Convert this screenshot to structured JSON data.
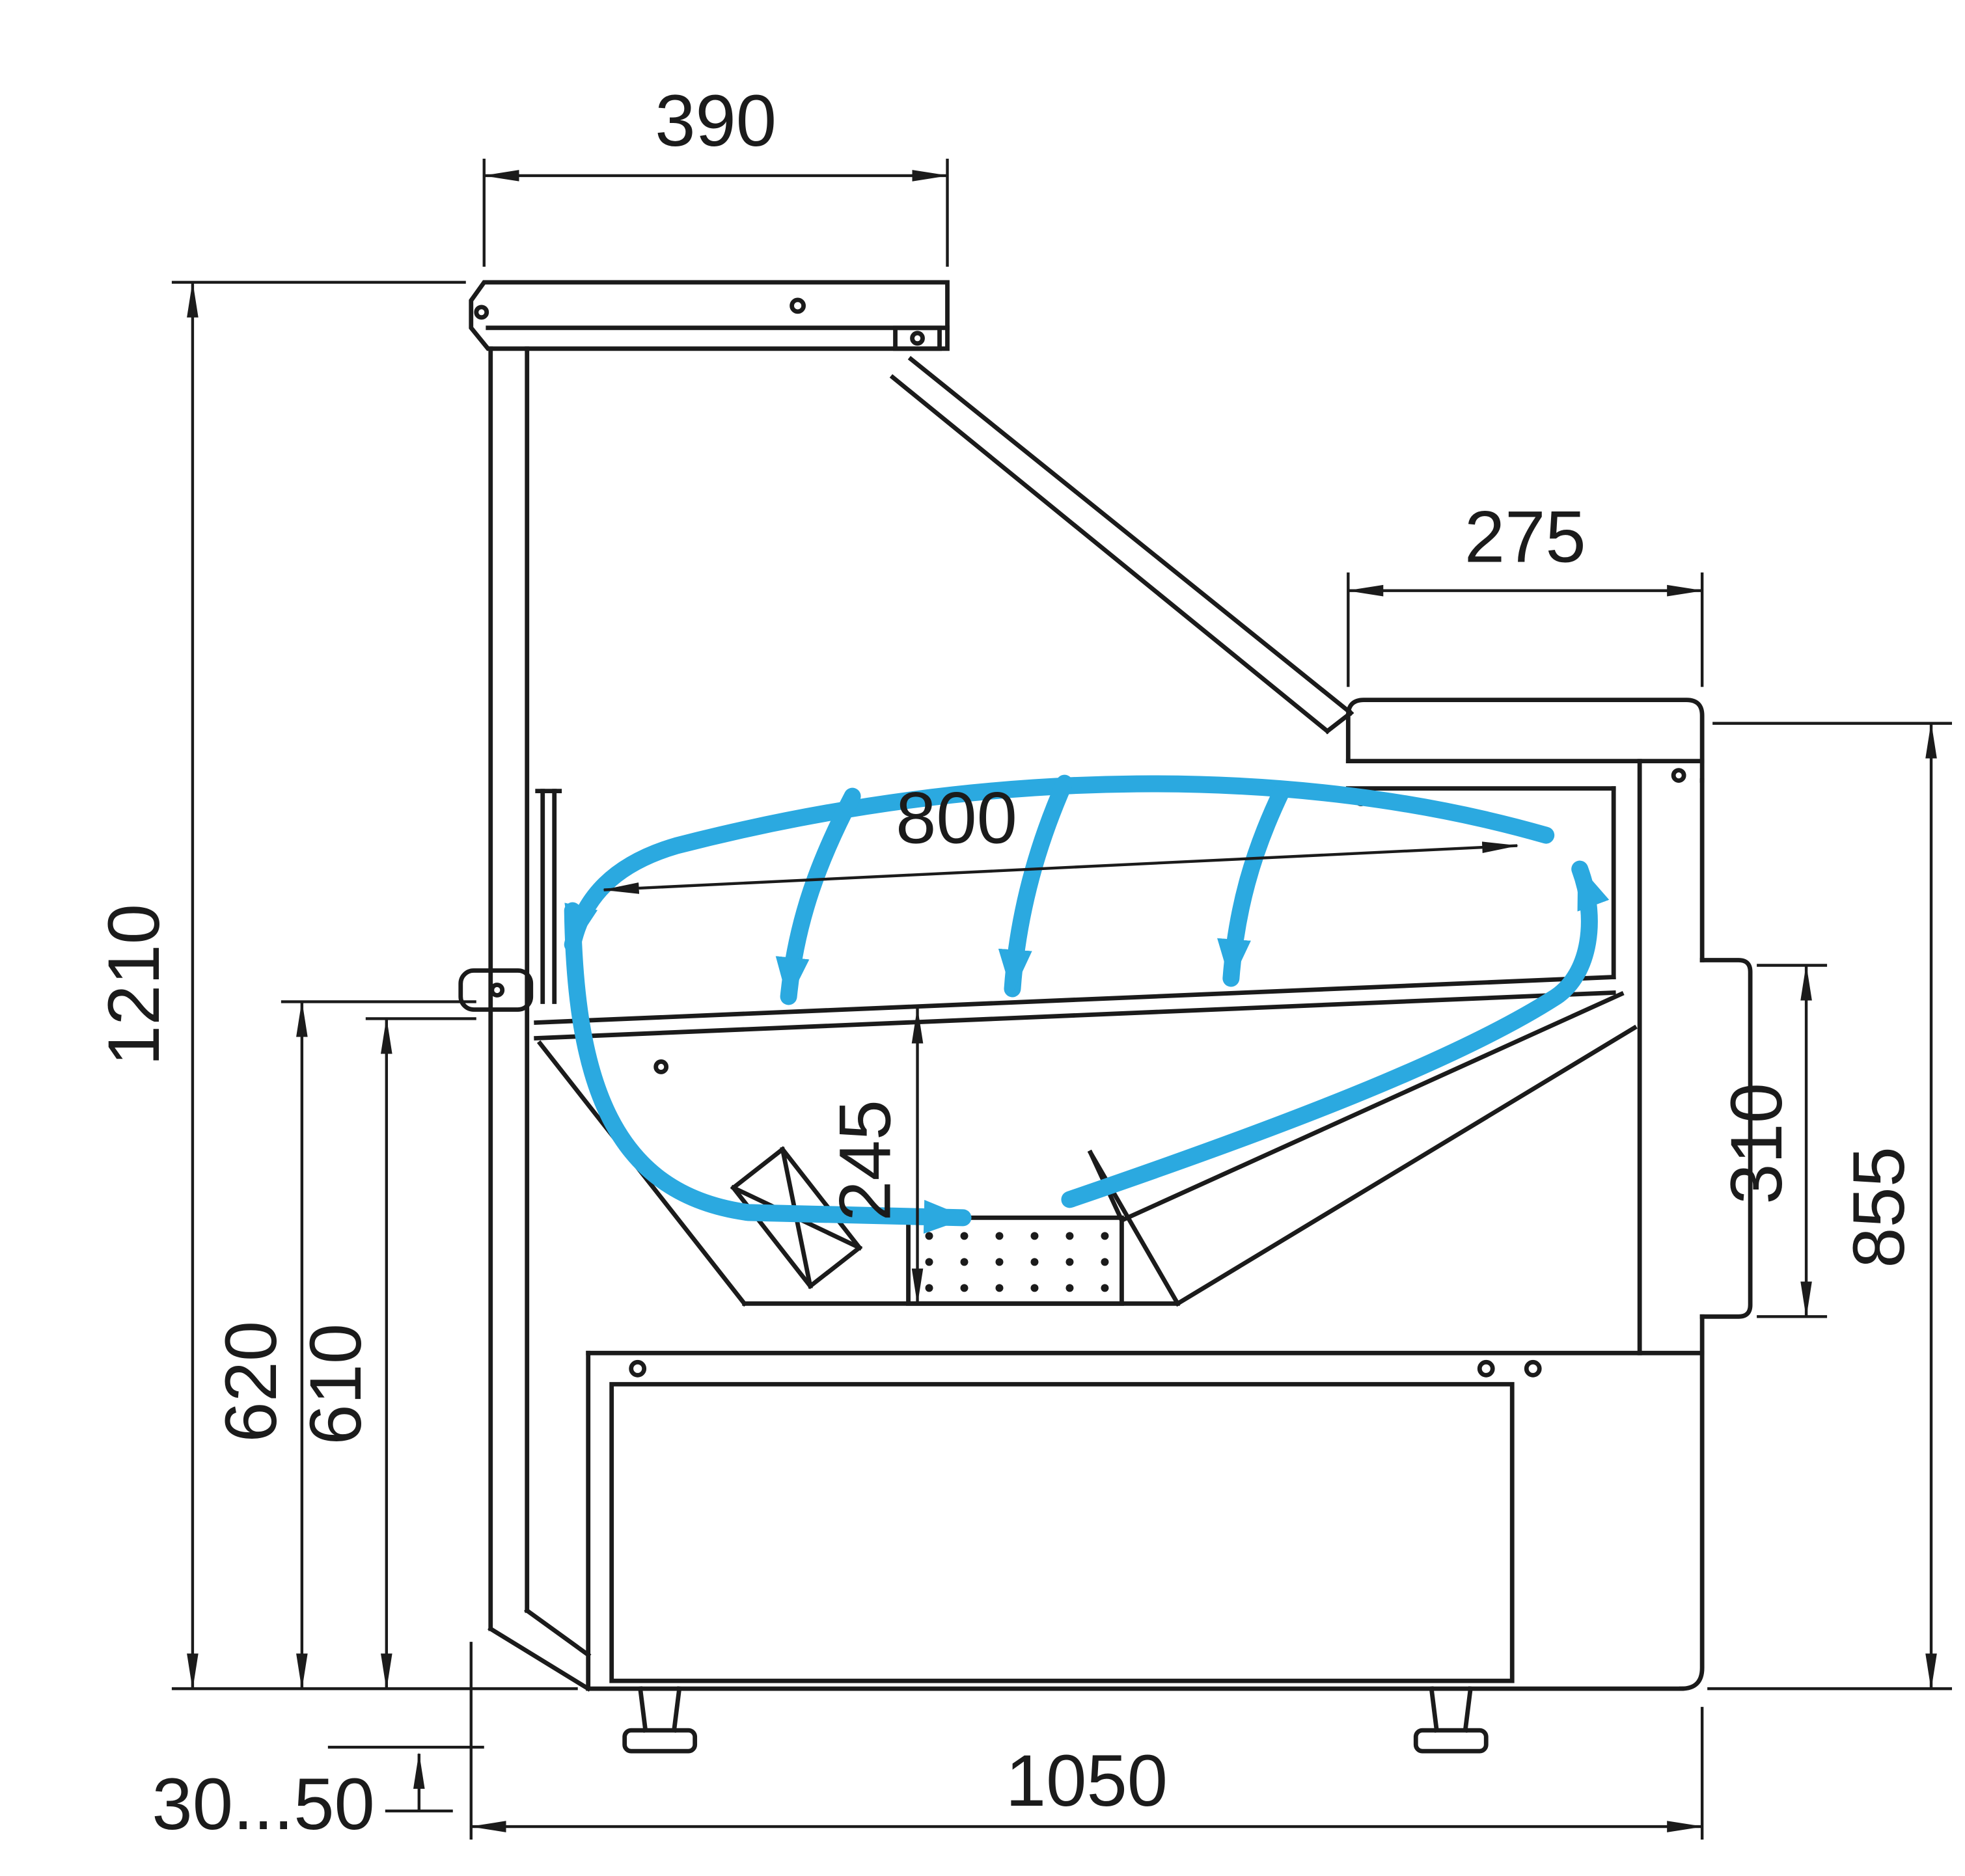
{
  "diagram": {
    "type": "technical-drawing",
    "subject": "refrigerated-display-case-cross-section",
    "dimensions": {
      "top_width": "390",
      "shelf_depth": "275",
      "display_length": "800",
      "overall_height": "1210",
      "back_lower_height": "620",
      "inner_lower_height": "610",
      "well_depth": "245",
      "side_opening_height": "310",
      "counter_height": "855",
      "leg_adjust_range": "30...50",
      "base_depth": "1050"
    },
    "colors": {
      "line": "#1b1b1b",
      "airflow": "#2BA9E0",
      "background": "#ffffff"
    }
  }
}
